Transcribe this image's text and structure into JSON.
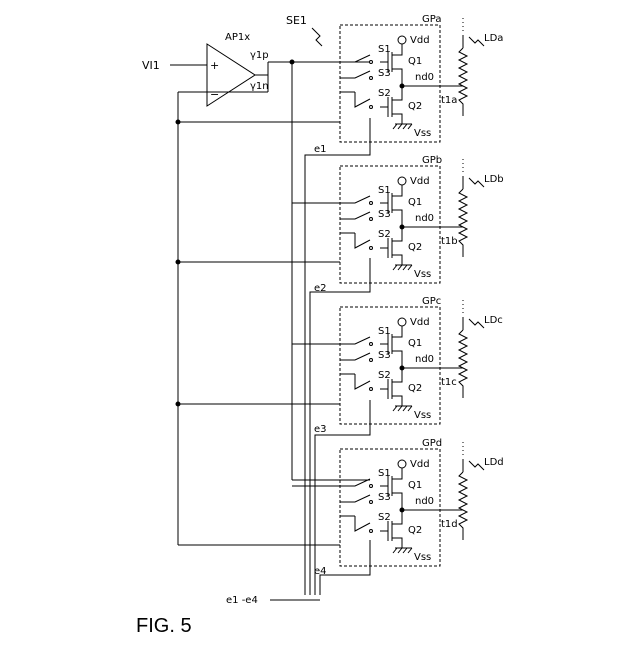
{
  "figure_label": "FIG. 5",
  "input_label": "VI1",
  "amp": {
    "label": "AP1x",
    "plus": "+",
    "minus": "−",
    "out_p": "γ1p",
    "out_n": "γ1n"
  },
  "block_label": "SE1",
  "bus_label": "e1 -e4",
  "groups": [
    {
      "name": "GPa",
      "s1": "S1",
      "s2": "S2",
      "s3": "S3",
      "q1": "Q1",
      "q2": "Q2",
      "vdd": "Vdd",
      "vss": "Vss",
      "node": "nd0",
      "terminal": "t1a",
      "load": "LDa",
      "enable": "e1"
    },
    {
      "name": "GPb",
      "s1": "S1",
      "s2": "S2",
      "s3": "S3",
      "q1": "Q1",
      "q2": "Q2",
      "vdd": "Vdd",
      "vss": "Vss",
      "node": "nd0",
      "terminal": "t1b",
      "load": "LDb",
      "enable": "e2"
    },
    {
      "name": "GPc",
      "s1": "S1",
      "s2": "S2",
      "s3": "S3",
      "q1": "Q1",
      "q2": "Q2",
      "vdd": "Vdd",
      "vss": "Vss",
      "node": "nd0",
      "terminal": "t1c",
      "load": "LDc",
      "enable": "e3"
    },
    {
      "name": "GPd",
      "s1": "S1",
      "s2": "S2",
      "s3": "S3",
      "q1": "Q1",
      "q2": "Q2",
      "vdd": "Vdd",
      "vss": "Vss",
      "node": "nd0",
      "terminal": "t1d",
      "load": "LDd",
      "enable": "e4"
    }
  ]
}
